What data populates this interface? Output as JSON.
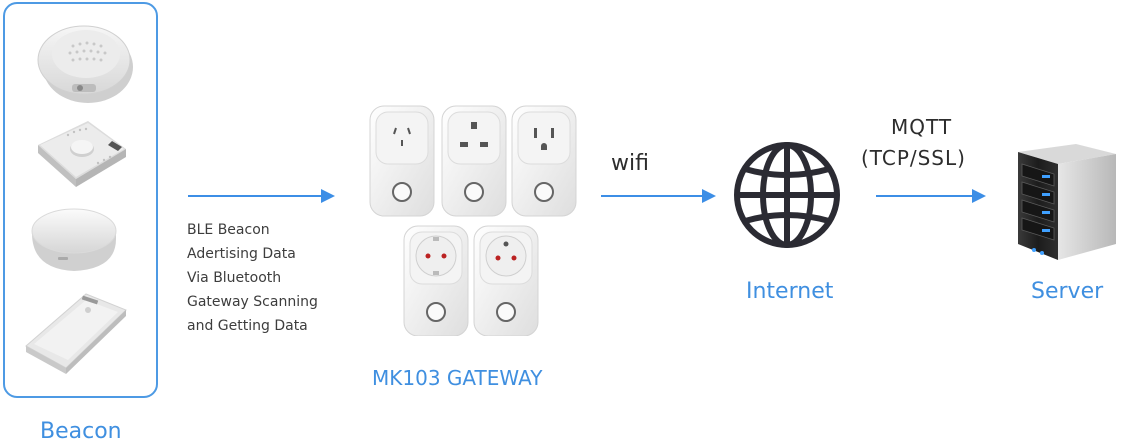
{
  "beacon": {
    "label": "Beacon",
    "devices": [
      "round-sensor-beacon-icon",
      "square-button-beacon-icon",
      "dome-beacon-icon",
      "card-beacon-icon"
    ]
  },
  "connection_1": {
    "lines": [
      "BLE Beacon",
      "Adertising Data",
      "Via Bluetooth",
      "Gateway Scanning",
      "and Getting Data"
    ]
  },
  "gateway": {
    "label": "MK103 GATEWAY",
    "plugs": [
      "au-plug-icon",
      "uk-plug-icon",
      "us-plug-icon",
      "eu-plug-icon",
      "fr-plug-icon"
    ]
  },
  "connection_2": {
    "label": "wifi"
  },
  "internet": {
    "label": "Internet",
    "icon": "globe-icon"
  },
  "connection_3": {
    "protocol": "MQTT",
    "transport": "(TCP/SSL)"
  },
  "server": {
    "label": "Server",
    "icon": "server-tower-icon"
  },
  "colors": {
    "accent": "#3f8fe0",
    "arrow": "#3c8ee6",
    "text": "#2d2d2d"
  }
}
